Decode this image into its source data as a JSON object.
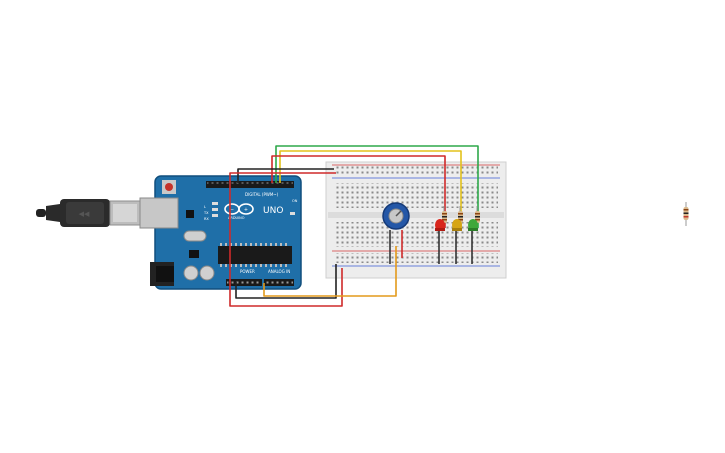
{
  "board": {
    "brand_label": "UNO",
    "maker_label": "ARDUINO",
    "digital_label": "DIGITAL (PWM~)",
    "power_label": "POWER",
    "analog_label": "ANALOG IN",
    "on_label": "ON",
    "tx_label": "TX",
    "rx_label": "RX",
    "l_label": "L"
  },
  "colors": {
    "board": "#1f6fa8",
    "board_edge": "#114f7d",
    "breadboard": "#ededed",
    "rail_red": "#d23b3b",
    "rail_blue": "#3b5bd2",
    "wire_green": "#2ea84a",
    "wire_yellow": "#e3c21b",
    "wire_red": "#cf2a2a",
    "wire_black": "#222222",
    "wire_orange": "#e39a1b",
    "led_red": "#d8261c",
    "led_yellow": "#d6a515",
    "led_green": "#3fa73a",
    "pot_blue": "#2457a7"
  },
  "components": {
    "leds": [
      "red",
      "yellow",
      "green"
    ],
    "potentiometer": "potentiometer",
    "resistors": 3,
    "loose_resistor": "resistor"
  }
}
